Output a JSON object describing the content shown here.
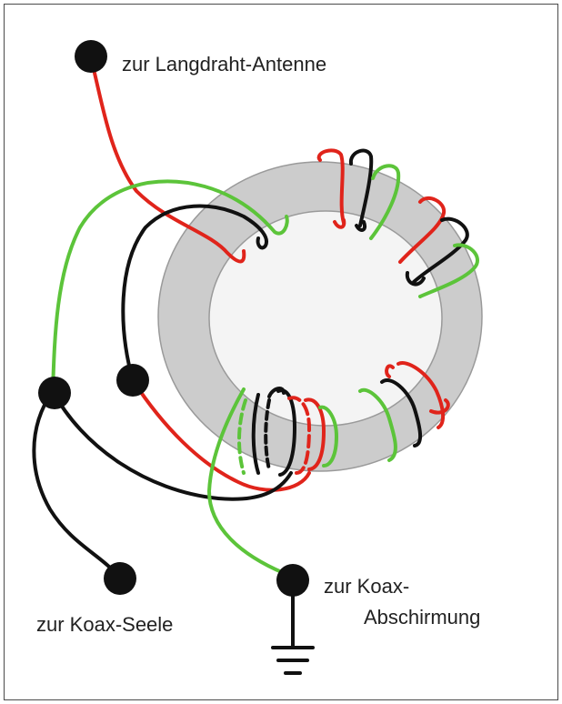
{
  "labels": {
    "antenna": "zur Langdraht-Antenne",
    "coax_core": "zur Koax-Seele",
    "coax_shield_line1": "zur Koax-",
    "coax_shield_line2": "Abschirmung"
  },
  "colors": {
    "red_wire": "#e0241b",
    "black_wire": "#111111",
    "green_wire": "#5cc43a",
    "toroid_core": "#cccccc",
    "terminal": "#111111"
  },
  "icons": [
    "ground-symbol-icon"
  ]
}
